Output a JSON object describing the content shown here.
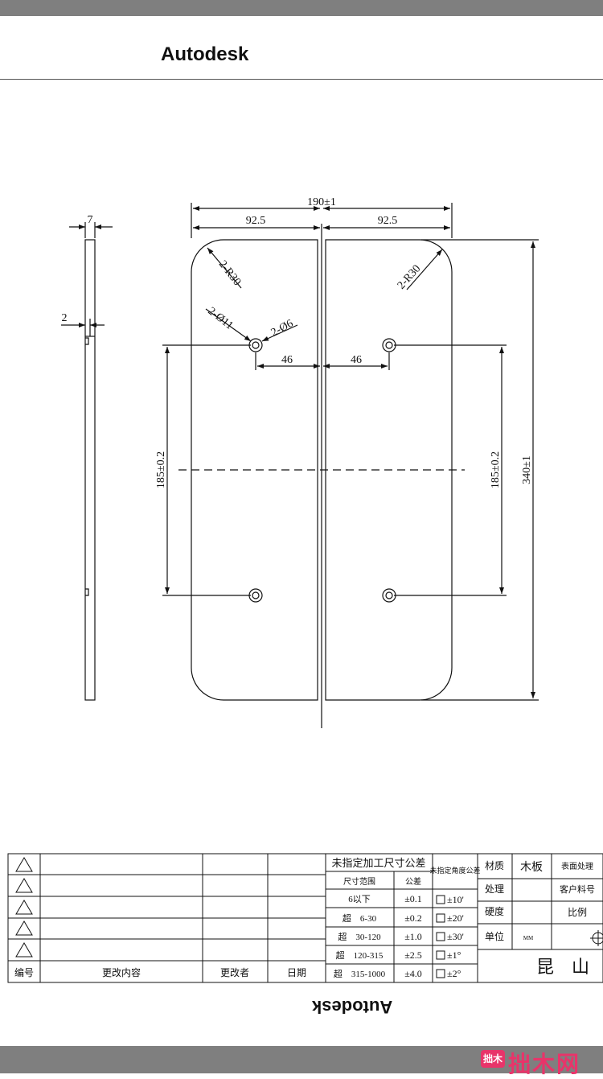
{
  "header": {
    "title": "Autodesk"
  },
  "footer": {
    "title_rotated": "Autodesk"
  },
  "drawing": {
    "dim_total_width": "190±1",
    "dim_half_left": "92.5",
    "dim_half_right": "92.5",
    "dim_thickness": "7",
    "dim_groove": "2",
    "label_radius_left": "2-R30",
    "label_radius_right": "2-R30",
    "label_dia_11": "2-Ø11",
    "label_dia_6": "2-Ø6",
    "dim_hole_left": "46",
    "dim_hole_right": "46",
    "dim_hole_spacing_left": "185±0.2",
    "dim_hole_spacing_right": "185±0.2",
    "dim_total_height": "340±1"
  },
  "title_block": {
    "revision_headers": {
      "no": "编号",
      "content": "更改内容",
      "by": "更改者",
      "date": "日期"
    },
    "tolerance_title": "未指定加工尺寸公差",
    "size_range_header": "尺寸范围",
    "tolerance_header": "公差",
    "tolerance_rows": [
      {
        "range": "6以下",
        "tol": "±0.1"
      },
      {
        "range": "超　6-30",
        "tol": "±0.2"
      },
      {
        "range": "超　30-120",
        "tol": "±1.0"
      },
      {
        "range": "超　120-315",
        "tol": "±2.5"
      },
      {
        "range": "超　315-1000",
        "tol": "±4.0"
      }
    ],
    "angle_title": "未指定角度公差",
    "angle_rows": [
      "±10'",
      "±20'",
      "±30'",
      "±1°",
      "±2°"
    ],
    "material_label": "材质",
    "material_value": "木板",
    "surface_label": "表面处理",
    "process_label": "处理",
    "customer_label": "客户料号",
    "hardness_label": "硬度",
    "scale_label": "比例",
    "unit_label": "单位",
    "unit_value": "MM",
    "company": "昆　山"
  },
  "watermark": {
    "badge": "拙木",
    "text": "拙木网"
  },
  "colors": {
    "bars": "#7f7f7f",
    "line": "#111111",
    "watermark": "#e8346a"
  }
}
